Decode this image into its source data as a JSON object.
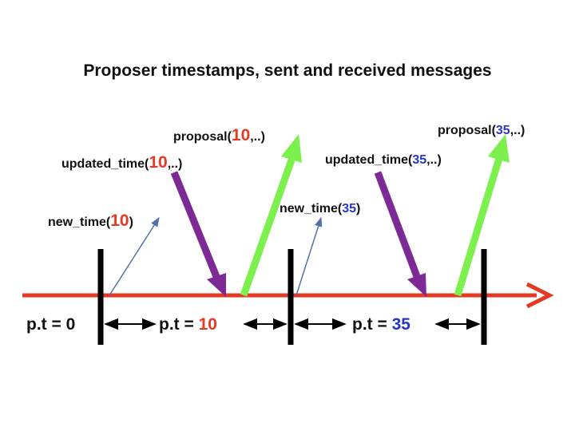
{
  "title": "Proposer timestamps, sent and received messages",
  "colors": {
    "timeline": "#e33a23",
    "tick": "#000000",
    "new_time_arrow": "#4f72a8",
    "updated_time_arrow": "#7e2a96",
    "proposal_arrow": "#7cf04c",
    "value_red": "#e33a23",
    "value_blue": "#2636c8"
  },
  "messages": {
    "new_time_1": {
      "name": "new_time(",
      "value": "10",
      "end": ")"
    },
    "updated_time_1": {
      "name": "updated_time(",
      "value": "10",
      "end": ",..)"
    },
    "proposal_1": {
      "name": "proposal(",
      "value": "10",
      "end": ",..)"
    },
    "new_time_2": {
      "name": "new_time(",
      "value": "35",
      "end": ")"
    },
    "updated_time_2": {
      "name": "updated_time(",
      "value": "35",
      "end": ",..)"
    },
    "proposal_2": {
      "name": "proposal(",
      "value": "35",
      "end": ",..)"
    }
  },
  "intervals": [
    {
      "label": "p.t = ",
      "value": "0"
    },
    {
      "label": "p.t = ",
      "value": "10"
    },
    {
      "label": "p.t = ",
      "value": "35"
    }
  ]
}
